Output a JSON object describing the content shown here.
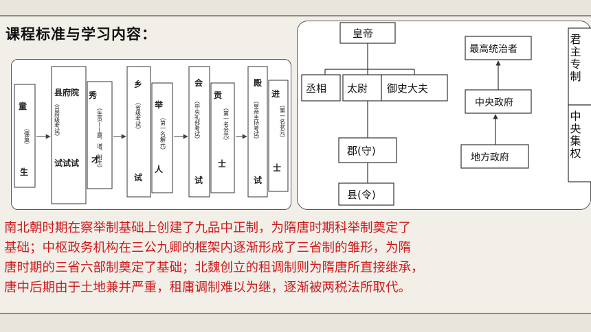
{
  "heading": "课程标准与学习内容：",
  "exam_flow": {
    "stages": [
      {
        "name": "童",
        "note": "（儒童）",
        "tail": "生"
      },
      {
        "name": "县府院",
        "note": "（县府级考试）",
        "tail": "试试试"
      },
      {
        "name": "秀",
        "note": "（生员——廪、增、附生）",
        "tail": "才"
      },
      {
        "name": "乡",
        "note": "（省级考试）",
        "tail": "试"
      },
      {
        "name": "举",
        "note": "（第一名解元）",
        "tail": "人"
      },
      {
        "name": "会",
        "note": "（中央礼部考试）",
        "tail": "试"
      },
      {
        "name": "贡",
        "note": "（第一名会元）",
        "tail": "士"
      },
      {
        "name": "殿",
        "note": "（皇帝主持考试）",
        "tail": "试"
      },
      {
        "name": "进",
        "note": "（第一名状元）",
        "tail": "士"
      }
    ]
  },
  "org_chart": {
    "emperor": "皇帝",
    "ministers": [
      "丞相",
      "太尉",
      "御史大夫"
    ],
    "commandery": "郡(守)",
    "county": "县(令)"
  },
  "hierarchy": {
    "top": "最高统治者",
    "middle": "中央政府",
    "bottom": "地方政府"
  },
  "vertical_label_top": "君主专制",
  "vertical_label_bottom": "中央集权",
  "caption_lines": [
    "南北朝时期在察举制基础上创建了九品中正制，为隋唐时期科举制奠定了",
    "基础；中枢政务机构在三公九卿的框架内逐渐形成了三省制的雏形，为隋",
    "唐时期的三省六部制奠定了基础；北魏创立的租调制则为隋唐所直接继承，",
    "唐中后期由于土地兼并严重，租庸调制难以为继，逐渐被两税法所取代。"
  ]
}
